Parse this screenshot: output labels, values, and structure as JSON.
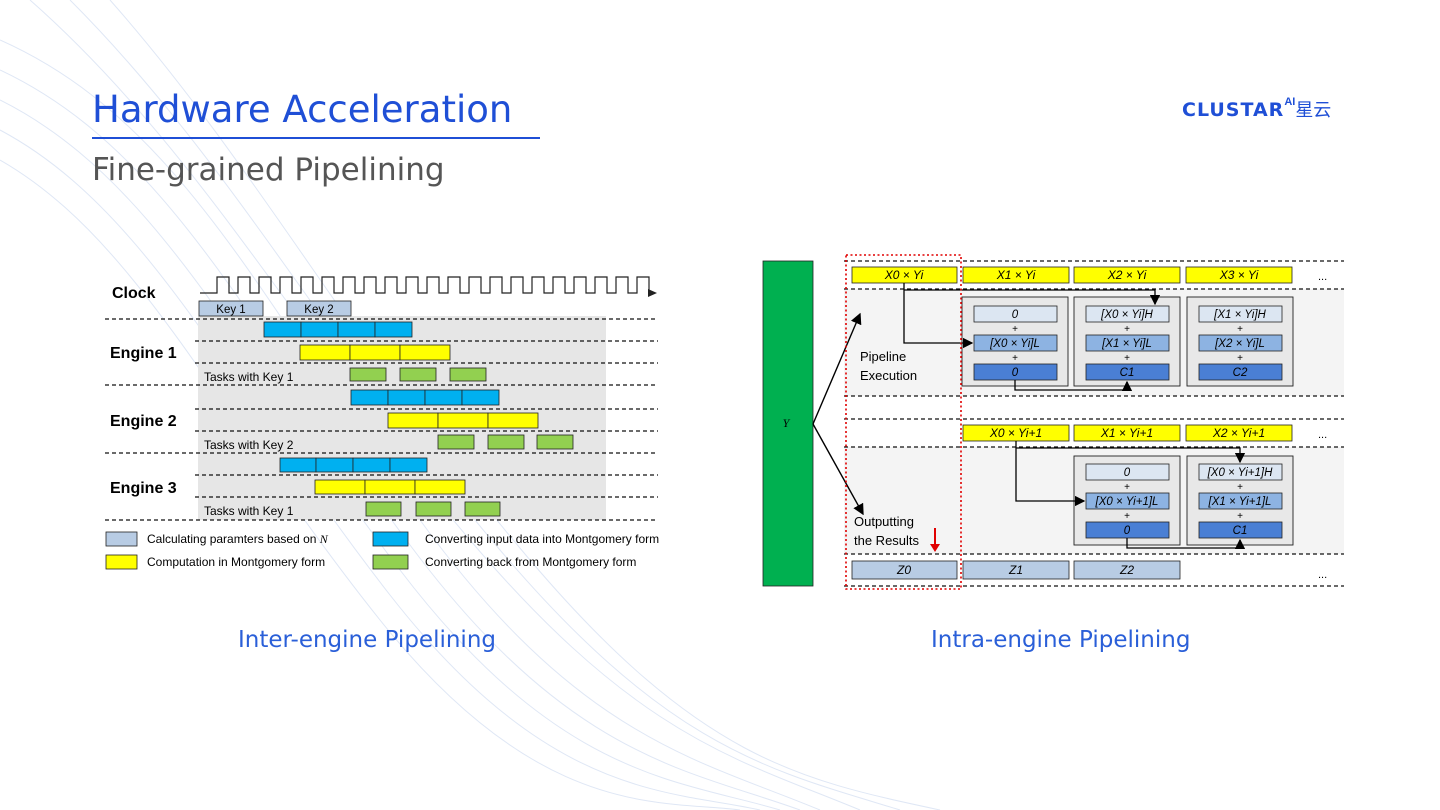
{
  "slide": {
    "title": "Hardware Acceleration",
    "subtitle": "Fine-grained Pipelining",
    "logo": {
      "brand": "CLUSTAR",
      "mark": "AI",
      "chinese": "星云"
    },
    "captions": {
      "left": "Inter-engine Pipelining",
      "right": "Intra-engine Pipelining"
    }
  },
  "colors": {
    "accent": "#1f4fd6",
    "param_blue": "#b8cce4",
    "convert_blue": "#00b0f0",
    "yellow": "#ffff00",
    "green": "#92d050",
    "dark_green": "#00b050",
    "mid_blue": "#4a7fd4",
    "red": "#e00000"
  },
  "inter": {
    "clock_label": "Clock",
    "key_labels": [
      "Key 1",
      "Key 2"
    ],
    "engines": [
      {
        "label": "Engine 1",
        "tasks": "Tasks with Key 1"
      },
      {
        "label": "Engine 2",
        "tasks": "Tasks with Key 2"
      },
      {
        "label": "Engine 3",
        "tasks": "Tasks with Key 1"
      }
    ],
    "legend": [
      {
        "label": "Calculating paramters based on",
        "math": "N",
        "color": "#b8cce4"
      },
      {
        "label": "Converting input data into Montgomery form",
        "color": "#00b0f0"
      },
      {
        "label": "Computation in Montgomery form",
        "color": "#ffff00"
      },
      {
        "label": "Converting back from Montgomery form",
        "color": "#92d050"
      }
    ]
  },
  "intra": {
    "y_label": "Y",
    "pipeline_label": [
      "Pipeline",
      "Execution"
    ],
    "output_label": [
      "Outputting",
      "the Results"
    ],
    "row1_products": [
      "X0 × Yi",
      "X1 × Yi",
      "X2 × Yi",
      "X3 × Yi"
    ],
    "row2_products": [
      "X0 × Yi+1",
      "X1 × Yi+1",
      "X2 × Yi+1"
    ],
    "ellipsis": "...",
    "plus": "+",
    "group1": [
      {
        "top": "0",
        "mid": "[X0 × Yi]L",
        "bot": "0"
      },
      {
        "top": "[X0 × Yi]H",
        "mid": "[X1 × Yi]L",
        "bot": "C1"
      },
      {
        "top": "[X1 × Yi]H",
        "mid": "[X2 × Yi]L",
        "bot": "C2"
      }
    ],
    "group2": [
      {
        "top": "0",
        "mid": "[X0 × Yi+1]L",
        "bot": "0"
      },
      {
        "top": "[X0 × Yi+1]H",
        "mid": "[X1 × Yi+1]L",
        "bot": "C1"
      }
    ],
    "outputs": [
      "Z0",
      "Z1",
      "Z2"
    ]
  }
}
